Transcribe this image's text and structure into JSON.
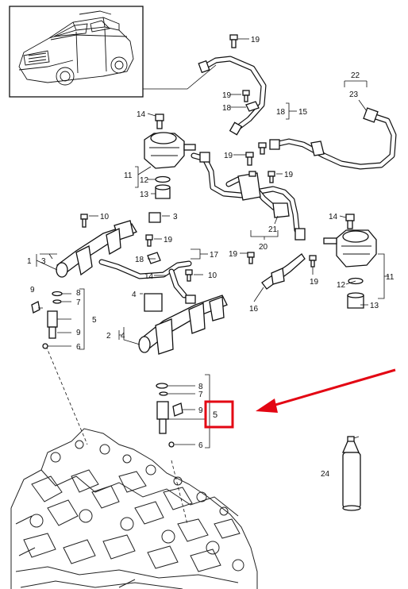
{
  "callouts": {
    "c19a": "19",
    "c19b": "19",
    "c18a": "18",
    "c15": "15",
    "c18b": "18",
    "c14a": "14",
    "c23": "23",
    "c22": "22",
    "c11a": "11",
    "c12a": "12",
    "c13a": "13",
    "c19c": "19",
    "c19d": "19",
    "c21": "21",
    "c20": "20",
    "c10a": "10",
    "c3a": "3",
    "c19e": "19",
    "c18c": "18",
    "c17": "17",
    "c1": "1",
    "c3b": "3",
    "c14b": "14",
    "c9a": "9",
    "c8a": "8",
    "c7a": "7",
    "c5a": "5",
    "c9b": "9",
    "c6a": "6",
    "c10b": "10",
    "c4a": "4",
    "c4b": "4",
    "c2": "2",
    "c19f": "19",
    "c16": "16",
    "c19g": "19",
    "c11b": "11",
    "c12b": "12",
    "c13b": "13",
    "c8b": "8",
    "c7b": "7",
    "c9c": "9",
    "c5b": "5",
    "c6b": "6",
    "c24": "24"
  },
  "highlight": {
    "color": "#e30613",
    "target": "5"
  }
}
